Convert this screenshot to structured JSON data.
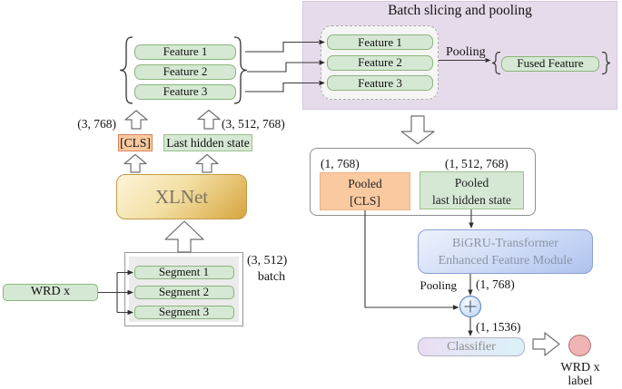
{
  "title": "Batch slicing and pooling",
  "input": {
    "label": "WRD x"
  },
  "batch": {
    "segments": [
      "Segment 1",
      "Segment 2",
      "Segment 3"
    ],
    "shape": "(3, 512)",
    "caption": "batch"
  },
  "encoder": {
    "label": "XLNet",
    "cls": "[CLS]",
    "hidden": "Last hidden state",
    "cls_shape": "(3, 768)",
    "hidden_shape": "(3, 512, 768)"
  },
  "features_left": [
    "Feature 1",
    "Feature 2",
    "Feature 3"
  ],
  "slicing": {
    "features": [
      "Feature 1",
      "Feature 2",
      "Feature 3"
    ],
    "pooling": "Pooling",
    "fused": "Fused Feature"
  },
  "pooled": {
    "cls_shape": "(1, 768)",
    "hidden_shape": "(1, 512, 768)",
    "cls": [
      "Pooled",
      "[CLS]"
    ],
    "hidden": [
      "Pooled",
      "last hidden state"
    ]
  },
  "module": {
    "lines": [
      "BiGRU-Transformer",
      "Enhanced Feature Module"
    ],
    "pooling": "Pooling",
    "out_shape": "(1, 768)",
    "concat_shape": "(1, 1536)"
  },
  "classifier": {
    "label": "Classifier"
  },
  "output": {
    "lines": [
      "WRD x",
      "label"
    ]
  },
  "colors": {
    "green_fill": "#d5e8d4",
    "orange_fill": "#f9c9a0",
    "purple_fill": "#e6dbea",
    "blue_accent": "#6c8ebf",
    "pink_fill": "#f0b4b4"
  }
}
